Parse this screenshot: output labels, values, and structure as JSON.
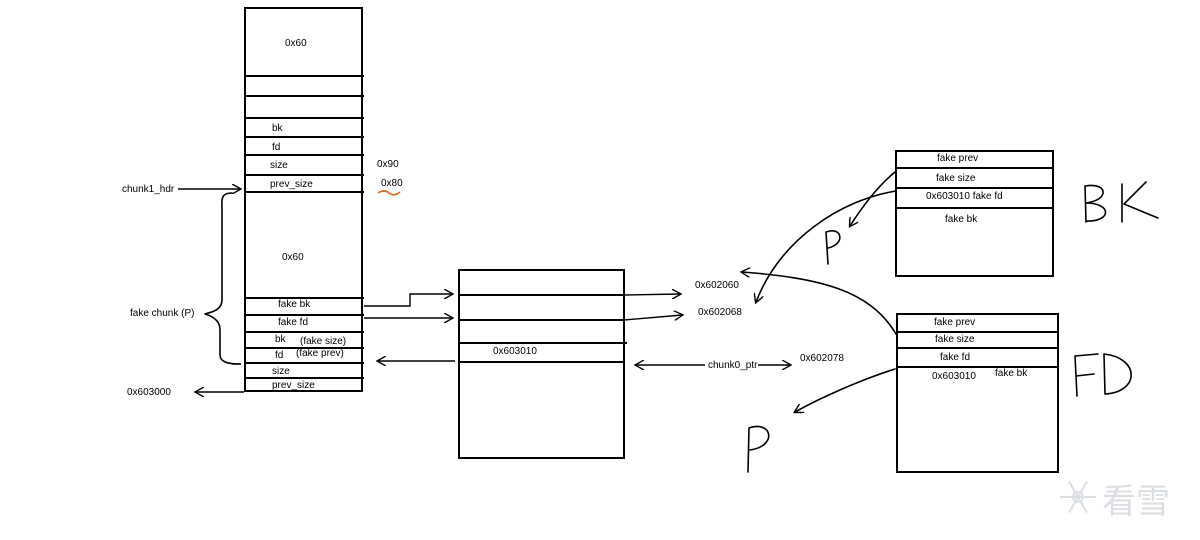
{
  "left_chunk": {
    "top_value": "0x60",
    "bk": "bk",
    "fd": "fd",
    "size": "size",
    "size_value": "0x90",
    "prev_size": "prev_size",
    "prev_size_value": "0x80",
    "chunk1_hdr": "chunk1_hdr",
    "mid_value": "0x60",
    "fake_bk": "fake bk",
    "fake_fd": "fake fd",
    "bk2": "bk",
    "fake_size": "(fake size)",
    "fd2": "fd",
    "fake_prev": "(fake prev)",
    "size2": "size",
    "prev_size2": "prev_size",
    "fake_chunk": "fake chunk (P)",
    "base_addr": "0x603000"
  },
  "middle": {
    "value": "0x603010",
    "addr1": "0x602060",
    "addr2": "0x602068",
    "chunk0_ptr": "chunk0_ptr",
    "addr3": "0x602078"
  },
  "bk_box": {
    "fake_prev": "fake prev",
    "fake_size": "fake size",
    "fake_fd": "0x603010 fake fd",
    "fake_bk": "fake bk",
    "label": "BK",
    "p_label": "P"
  },
  "fd_box": {
    "fake_prev": "fake prev",
    "fake_size": "fake size",
    "fake_fd": "fake fd",
    "value": "0x603010",
    "fake_bk": "fake bk",
    "label": "FD",
    "p_label": "P"
  },
  "watermark": "看雪"
}
